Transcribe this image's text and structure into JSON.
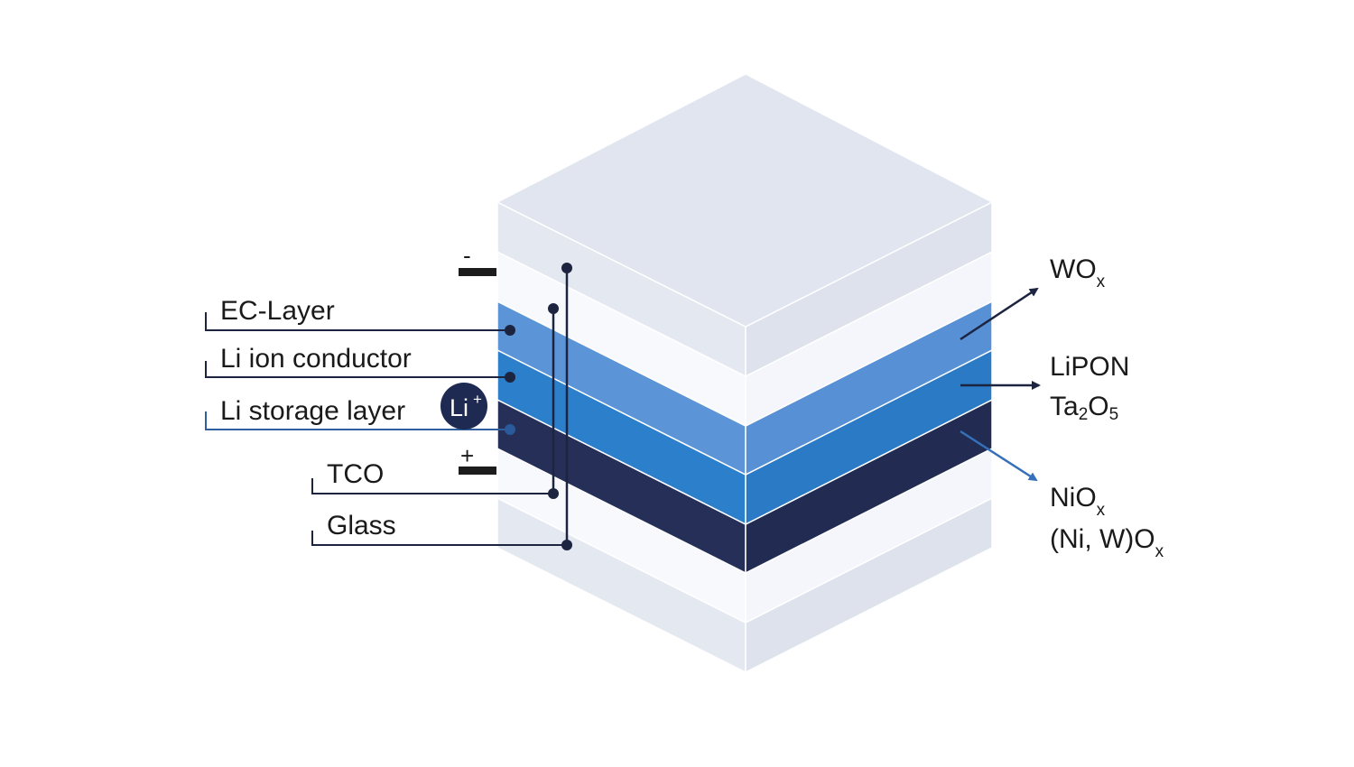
{
  "layer_labels": {
    "ec_layer": "EC-Layer",
    "li_ion_conductor": "Li ion conductor",
    "li_storage_layer": "Li storage layer",
    "tco": "TCO",
    "glass": "Glass"
  },
  "ion_badge": {
    "base": "Li",
    "charge": "+"
  },
  "terminals": {
    "negative": "-",
    "positive": "+"
  },
  "materials": {
    "wox": {
      "base": "WO",
      "sub": "x"
    },
    "lipon": "LiPON",
    "ta2o5": {
      "p1": "Ta",
      "s1": "2",
      "p2": "O",
      "s2": "5"
    },
    "niox": {
      "base": "NiO",
      "sub": "x"
    },
    "niwox": {
      "base": "(Ni, W)O",
      "sub": "x"
    }
  },
  "colors": {
    "glass": "#e3e7f1",
    "tco": "#f7f8fc",
    "ec_layer": "#5a93d6",
    "ion_conductor": "#2a7dc9",
    "storage": "#24305a",
    "line": "#1c2440",
    "arrow_blue": "#3670b8"
  }
}
